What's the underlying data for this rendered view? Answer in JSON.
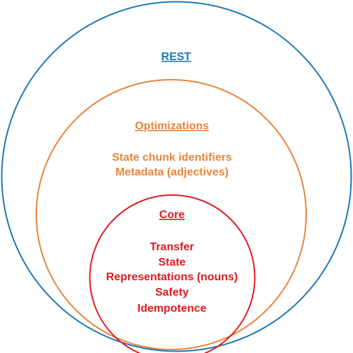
{
  "colors": {
    "outer": "#1F77B4",
    "middle": "#E8843A",
    "inner": "#E0191F"
  },
  "outer": {
    "title": "REST"
  },
  "middle": {
    "title": "Optimizations",
    "items": [
      "State chunk identifiers",
      "Metadata (adjectives)"
    ]
  },
  "inner": {
    "title": "Core",
    "items": [
      "Transfer",
      "State",
      "Representations (nouns)",
      "Safety",
      "Idempotence"
    ]
  }
}
